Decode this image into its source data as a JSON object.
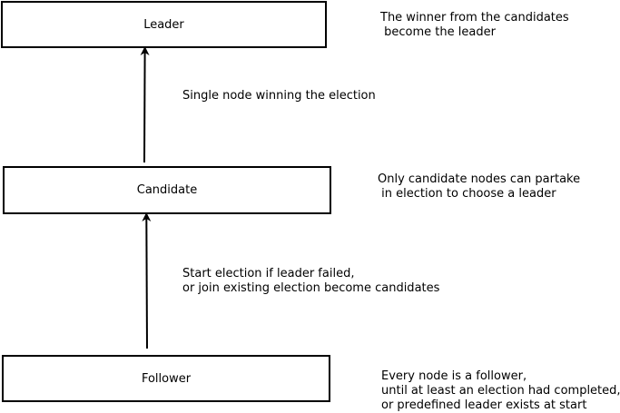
{
  "nodes": {
    "leader": "Leader",
    "candidate": "Candidate",
    "follower": "Follower"
  },
  "notes": {
    "leader": "The winner from the candidates\n become the leader",
    "candidate": "Only candidate nodes can partake\n in election to choose a leader",
    "follower": "Every node is a follower,\nuntil at least an election had completed,\nor predefined leader exists at start"
  },
  "transitions": {
    "candidate_to_leader": "Single node winning the election",
    "follower_to_candidate": "Start election if leader failed,\nor join existing election become candidates"
  }
}
